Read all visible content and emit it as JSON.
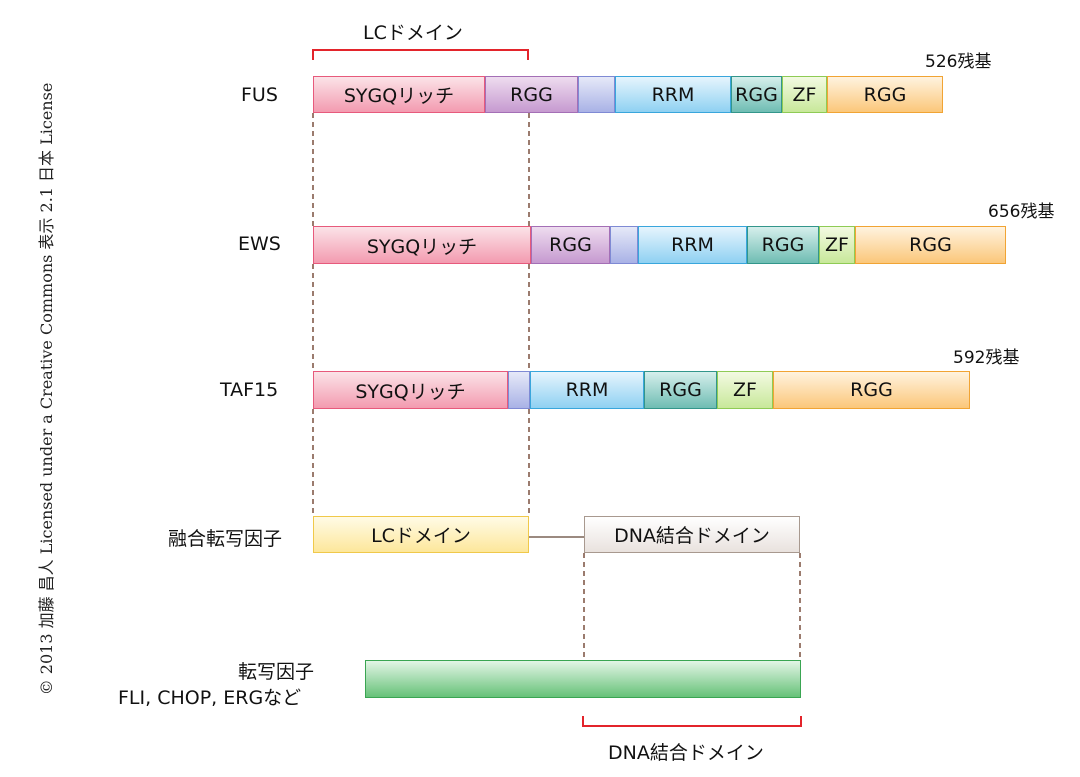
{
  "copyright": "© 2013 加藤 昌人 Licensed under a Creative Commons 表示 2.1 日本 License",
  "top_label": "LCドメイン",
  "proteins": [
    {
      "name": "FUS",
      "length": "526残基",
      "segments": [
        {
          "label": "SYGQリッチ"
        },
        {
          "label": "RGG"
        },
        {
          "label": ""
        },
        {
          "label": "RRM"
        },
        {
          "label": "RGG"
        },
        {
          "label": "ZF"
        },
        {
          "label": "RGG"
        }
      ]
    },
    {
      "name": "EWS",
      "length": "656残基",
      "segments": [
        {
          "label": "SYGQリッチ"
        },
        {
          "label": "RGG"
        },
        {
          "label": ""
        },
        {
          "label": "RRM"
        },
        {
          "label": "RGG"
        },
        {
          "label": "ZF"
        },
        {
          "label": "RGG"
        }
      ]
    },
    {
      "name": "TAF15",
      "length": "592残基",
      "segments": [
        {
          "label": "SYGQリッチ"
        },
        {
          "label": ""
        },
        {
          "label": "RRM"
        },
        {
          "label": "RGG"
        },
        {
          "label": "ZF"
        },
        {
          "label": "RGG"
        }
      ]
    }
  ],
  "fusion": {
    "name": "融合転写因子",
    "lc_label": "LCドメイン",
    "dna_label": "DNA結合ドメイン"
  },
  "tf": {
    "name_line1": "転写因子",
    "name_line2": "FLI, CHOP, ERGなど"
  },
  "bottom_label": "DNA結合ドメイン"
}
